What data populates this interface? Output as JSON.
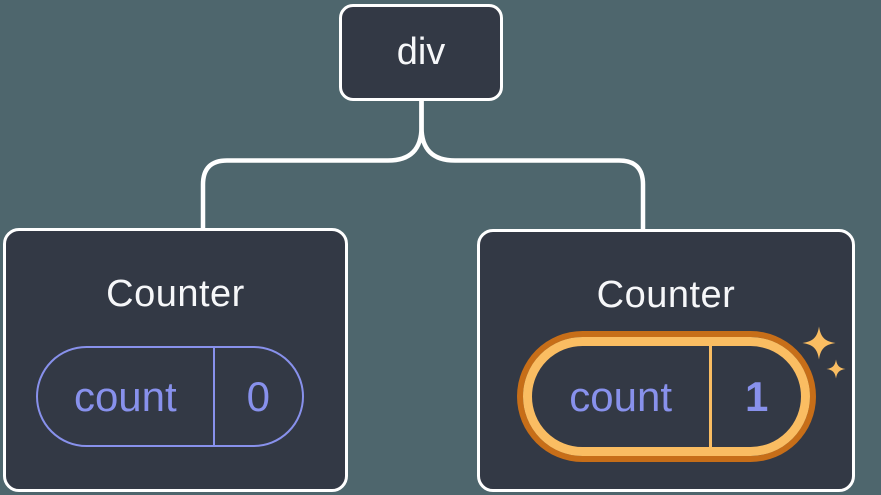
{
  "colors": {
    "background": "#4e666d",
    "node_background": "#333945",
    "node_border": "#ffffff",
    "text_light": "#f6f7f9",
    "state_purple": "#8891ec",
    "highlight_orange_light": "#fabd62",
    "highlight_orange_dark": "#c76e18"
  },
  "diagram": {
    "root_node": {
      "label": "div"
    },
    "children": [
      {
        "title": "Counter",
        "state_pill": {
          "key_label": "count",
          "value": "0"
        },
        "highlighted": false
      },
      {
        "title": "Counter",
        "state_pill": {
          "key_label": "count",
          "value": "1"
        },
        "highlighted": true,
        "icon": "sparkles-icon"
      }
    ]
  }
}
